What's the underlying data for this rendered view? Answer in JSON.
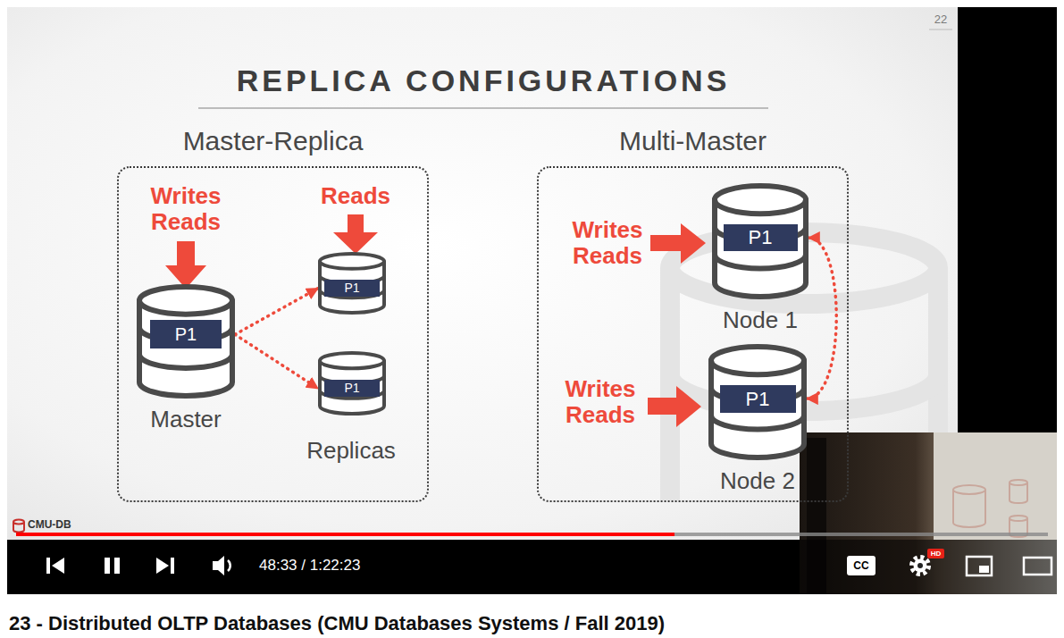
{
  "diagram": {
    "title": "REPLICA CONFIGURATIONS",
    "caption": "23 - Distributed OLTP Databases (CMU Databases Systems / Fall 2019)",
    "nodes": [
      {
        "text": [
          "Master-Replica"
        ]
      },
      {
        "text": [
          "P1",
          "Master"
        ],
        "in": 0
      },
      {
        "text": [
          "P1"
        ],
        "in": 0
      },
      {
        "text": [
          "P1"
        ],
        "in": 0
      },
      {
        "text": [
          "Multi-Master"
        ]
      },
      {
        "text": [
          "P1",
          "Node 1"
        ],
        "in": 4
      },
      {
        "text": [
          "P1",
          "Node 2"
        ],
        "in": 4
      }
    ],
    "edges": [
      {
        "from": 1,
        "to": 2,
        "arrow": "to"
      },
      {
        "from": 1,
        "to": 3,
        "arrow": "to"
      },
      {
        "from": 5,
        "to": 6,
        "arrow": "both"
      }
    ],
    "labels": [
      "22",
      "Writes Reads",
      "Reads",
      "Replicas",
      "Writes Reads",
      "Writes Reads",
      "CMU-DB",
      "48:33 / 1:22:23",
      "CC",
      "HD"
    ]
  }
}
